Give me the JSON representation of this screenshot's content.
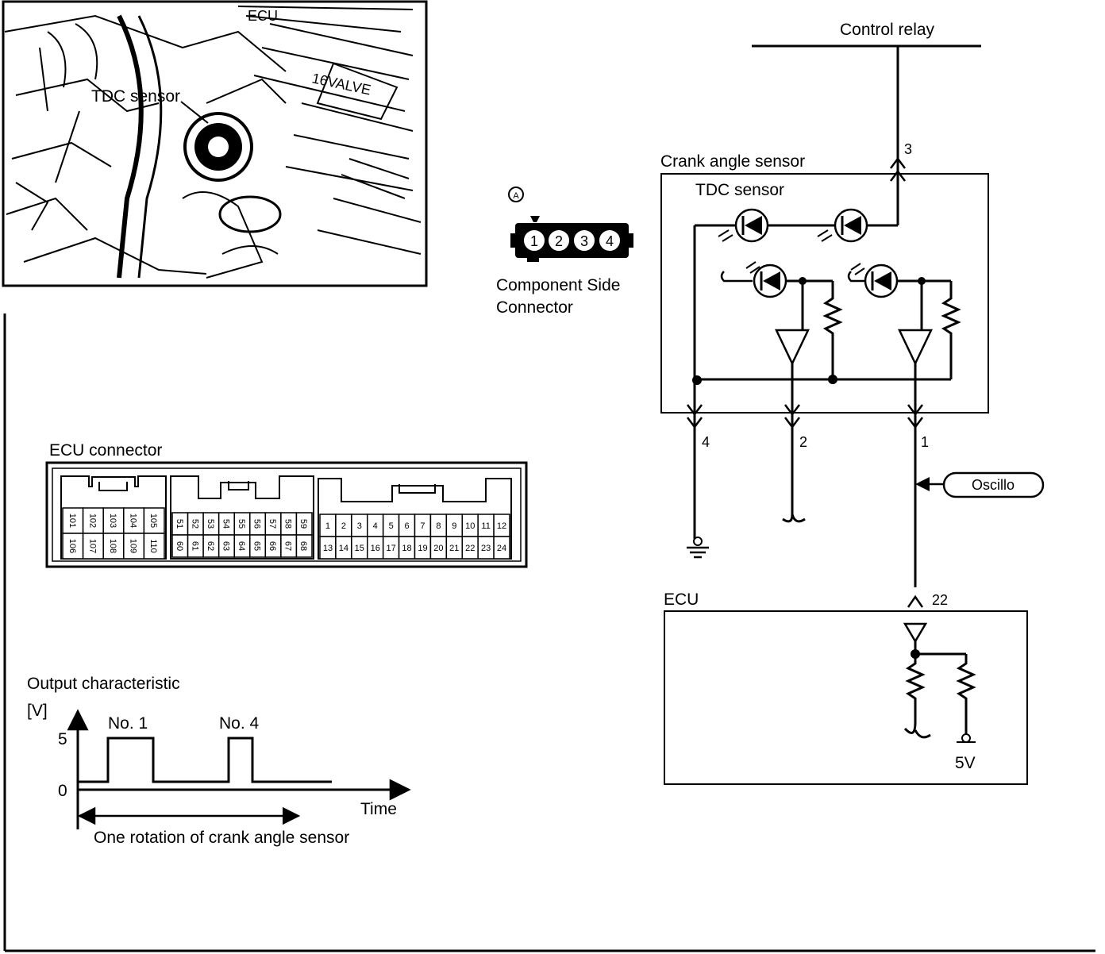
{
  "photo": {
    "tdc_label": "TDC sensor",
    "ecu_mark": "ECU",
    "valve_mark": "16VALVE"
  },
  "connector": {
    "marker": "A",
    "pins": [
      "1",
      "2",
      "3",
      "4"
    ],
    "caption_line1": "Component Side",
    "caption_line2": "Connector"
  },
  "ecu_connector": {
    "title": "ECU connector",
    "left_top": [
      "101",
      "102",
      "103",
      "104",
      "105"
    ],
    "left_bottom": [
      "106",
      "107",
      "108",
      "109",
      "110"
    ],
    "mid_top": [
      "51",
      "52",
      "53",
      "54",
      "55",
      "56",
      "57",
      "58",
      "59"
    ],
    "mid_bottom": [
      "60",
      "61",
      "62",
      "63",
      "64",
      "65",
      "66",
      "67",
      "68"
    ],
    "right_top": [
      "1",
      "2",
      "3",
      "4",
      "5",
      "6",
      "7",
      "8",
      "9",
      "10",
      "11",
      "12"
    ],
    "right_bottom": [
      "13",
      "14",
      "15",
      "16",
      "17",
      "18",
      "19",
      "20",
      "21",
      "22",
      "23",
      "24"
    ]
  },
  "output": {
    "title": "Output characteristic",
    "y_unit": "[V]",
    "y_high": "5",
    "y_low": "0",
    "x_label": "Time",
    "pulse1": "No. 1",
    "pulse2": "No. 4",
    "rotation_label": "One rotation of crank angle sensor"
  },
  "circuit": {
    "control_relay": "Control relay",
    "sensor_title": "Crank angle sensor",
    "tdc_label": "TDC sensor",
    "pin3": "3",
    "pin4": "4",
    "pin2": "2",
    "pin1": "1",
    "oscillo": "Oscillo",
    "ecu_label": "ECU",
    "ecu_pin": "22",
    "supply": "5V"
  }
}
